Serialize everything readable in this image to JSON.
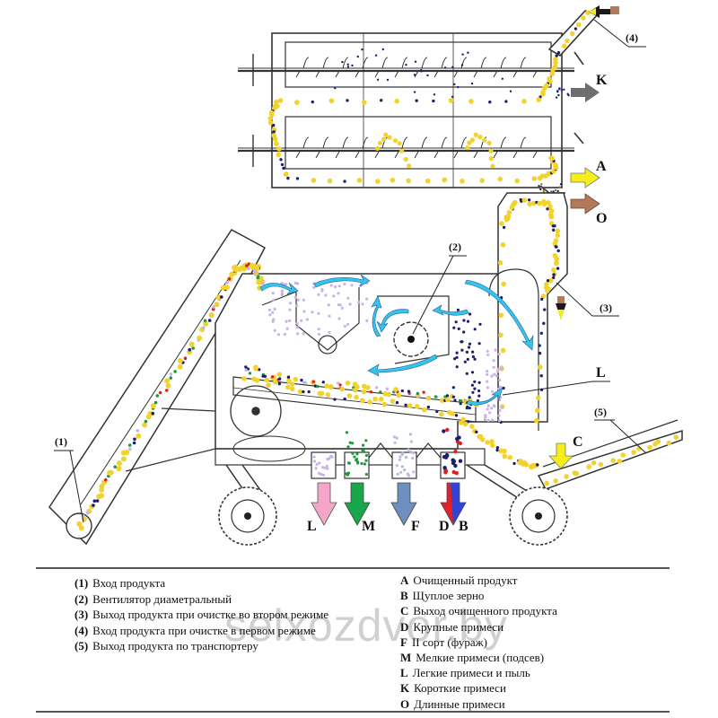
{
  "diagram": {
    "callouts": {
      "inlet": "(1)",
      "fan": "(2)",
      "outlet_mode2": "(3)",
      "inlet_mode1": "(4)",
      "conveyor_outlet": "(5)"
    },
    "outputs": {
      "K": "K",
      "A": "A",
      "O": "O",
      "L_top": "L",
      "C": "C",
      "L": "L",
      "M": "M",
      "F": "F",
      "D": "D",
      "B": "B"
    },
    "colors": {
      "grain_yellow": "#f2d22e",
      "impurity_red": "#e02020",
      "small_green": "#1d9a3a",
      "dark_blue": "#1a1f6e",
      "light_lilac": "#c9b3e6",
      "air_cyan": "#39c3e8",
      "arrow_pink": "#f5a6c8",
      "arrow_green": "#1aa64a",
      "arrow_steel": "#6f8fc0",
      "arrow_red": "#e3202a",
      "arrow_blue": "#3344cc",
      "arrow_yellow": "#f5ee1a",
      "arrow_gray": "#6e6e6e",
      "arrow_brown": "#b27a5a"
    }
  },
  "legend": {
    "left": [
      {
        "key": "(1)",
        "text": "Вход продукта"
      },
      {
        "key": "(2)",
        "text": "Вентилятор диаметральный"
      },
      {
        "key": "(3)",
        "text": "Выход продукта при очистке во втором режиме"
      },
      {
        "key": "(4)",
        "text": "Вход продукта при очистке в первом режиме"
      },
      {
        "key": "(5)",
        "text": "Выход продукта по транспортеру"
      }
    ],
    "right": [
      {
        "key": "A",
        "text": "Очищенный продукт"
      },
      {
        "key": "B",
        "text": "Щуплое зерно"
      },
      {
        "key": "C",
        "text": "Выход очищенного продукта"
      },
      {
        "key": "D",
        "text": "Крупные примеси"
      },
      {
        "key": "F",
        "text": "II сорт (фураж)"
      },
      {
        "key": "M",
        "text": "Мелкие примеси (подсев)"
      },
      {
        "key": "L",
        "text": "Легкие примеси и пыль"
      },
      {
        "key": "K",
        "text": "Короткие примеси"
      },
      {
        "key": "O",
        "text": "Длинные примеси"
      }
    ]
  },
  "watermark": "selxozdvor.by"
}
